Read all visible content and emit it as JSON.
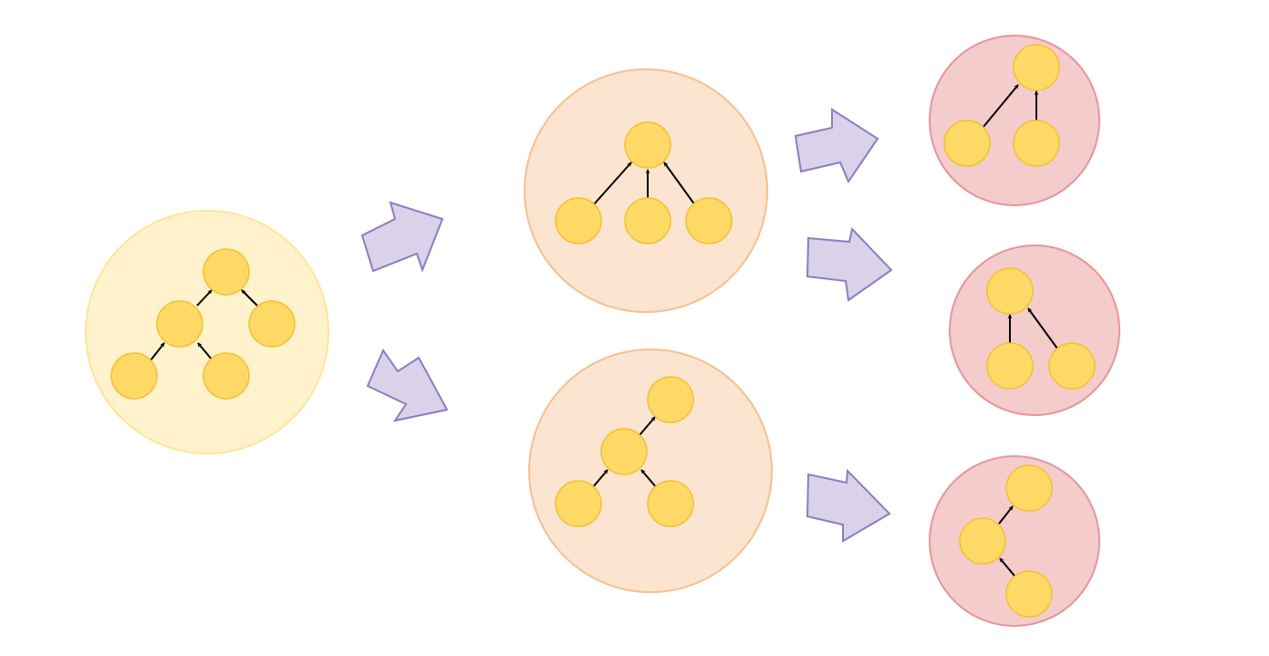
{
  "colors": {
    "background": "#ffffff",
    "stage_root_fill": "#fff2cc",
    "stage_root_stroke": "#ffe599",
    "stage_mid_fill": "#fbe4d0",
    "stage_mid_stroke": "#f6c08e",
    "stage_leaf_fill": "#f4cccc",
    "stage_leaf_stroke": "#e6959a",
    "node_fill": "#ffd966",
    "node_stroke": "#f1c232",
    "edge": "#000000",
    "block_arrow_fill": "#d9d2e9",
    "block_arrow_stroke": "#8e7cc3"
  },
  "icons": {
    "tree_node": "filled-circle",
    "edge": "arrow-to-parent",
    "transition": "block-arrow"
  },
  "diagram": {
    "groups": [
      {
        "id": "root-tree",
        "stage": "root",
        "nodes": 5,
        "edges": 4
      },
      {
        "id": "upper-mid-tree",
        "stage": "mid",
        "nodes": 4,
        "edges": 3
      },
      {
        "id": "lower-mid-tree",
        "stage": "mid",
        "nodes": 4,
        "edges": 3
      },
      {
        "id": "leaf-tree-1",
        "stage": "leaf",
        "nodes": 3,
        "edges": 2
      },
      {
        "id": "leaf-tree-2",
        "stage": "leaf",
        "nodes": 3,
        "edges": 2
      },
      {
        "id": "leaf-tree-3",
        "stage": "leaf",
        "nodes": 3,
        "edges": 2
      }
    ],
    "transitions": [
      {
        "from": "root-tree",
        "to": "upper-mid-tree"
      },
      {
        "from": "root-tree",
        "to": "lower-mid-tree"
      },
      {
        "from": "upper-mid-tree",
        "to": "leaf-tree-1"
      },
      {
        "from": "upper-mid-tree",
        "to": "leaf-tree-2"
      },
      {
        "from": "lower-mid-tree",
        "to": "leaf-tree-3"
      }
    ]
  }
}
